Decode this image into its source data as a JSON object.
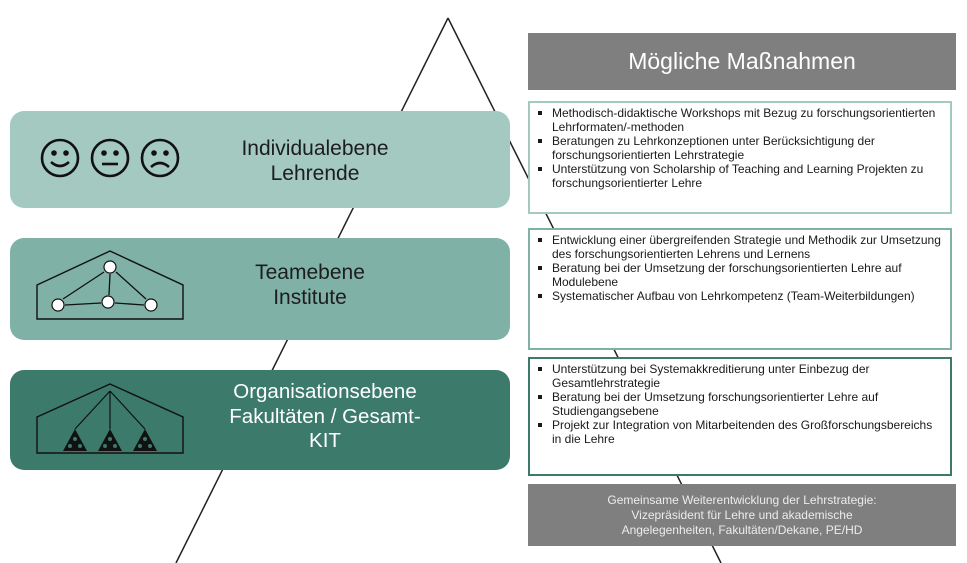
{
  "levels": [
    {
      "label_line1": "Individualebene",
      "label_line2": "Lehrende",
      "label_line3": ""
    },
    {
      "label_line1": "Teamebene",
      "label_line2": "Institute",
      "label_line3": ""
    },
    {
      "label_line1": "Organisationsebene",
      "label_line2": "Fakultäten / Gesamt-",
      "label_line3": "KIT"
    }
  ],
  "measures_header": "Mögliche Maßnahmen",
  "measures": [
    {
      "items": [
        "Methodisch-didaktische Workshops mit Bezug zu forschungsorientierten Lehrformaten/-methoden",
        "Beratungen zu Lehrkonzeptionen unter Berücksichtigung der forschungsorientierten Lehrstrategie",
        "Unterstützung von Scholarship of Teaching and Learning Projekten zu forschungsorientierter Lehre"
      ]
    },
    {
      "items": [
        "Entwicklung einer übergreifenden Strategie und Methodik zur Umsetzung des forschungsorientierten Lehrens und Lernens",
        "Beratung bei der Umsetzung der forschungsorientierten Lehre auf Modulebene",
        "Systematischer Aufbau von Lehrkompetenz (Team-Weiterbildungen)"
      ]
    },
    {
      "items": [
        "Unterstützung bei Systemakkreditierung unter Einbezug der Gesamtlehrstrategie",
        "Beratung bei der Umsetzung forschungsorientierter Lehre auf Studiengangsebene",
        "Projekt zur Integration von Mitarbeitenden des Großforschungsbereichs in die Lehre"
      ]
    }
  ],
  "footer": {
    "line1": "Gemeinsame Weiterentwicklung der Lehrstrategie:",
    "line2": "Vizepräsident für Lehre und akademische",
    "line3": "Angelegenheiten, Fakultäten/Dekane, PE/HD"
  },
  "colors": {
    "level1": "#a3c9c1",
    "level2": "#7fb1a6",
    "level3": "#3c7a6c",
    "header_gray": "#7f7f7f"
  },
  "icons": {
    "level1": [
      "smiley-happy-icon",
      "smiley-neutral-icon",
      "smiley-sad-icon"
    ],
    "level2": "team-network-icon",
    "level3": "organization-tree-icon"
  }
}
